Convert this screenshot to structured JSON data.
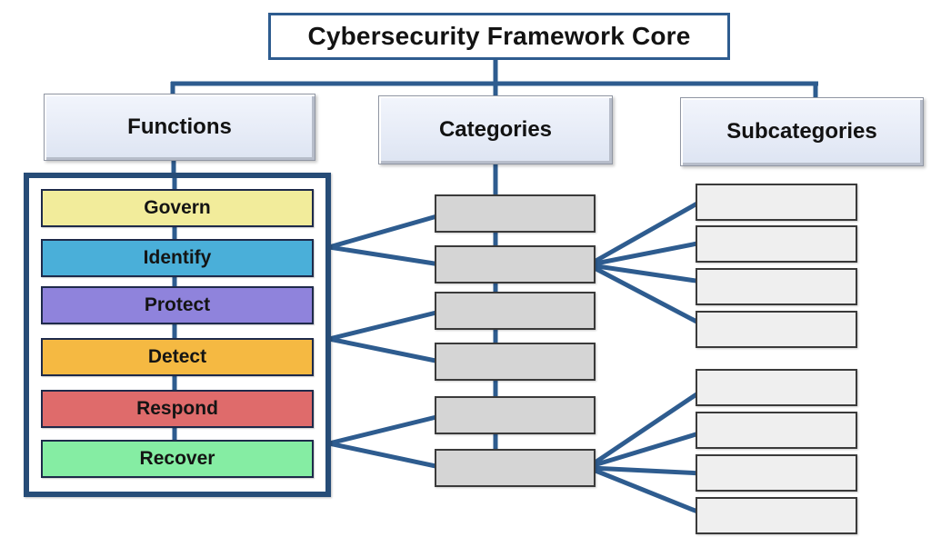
{
  "title": "Cybersecurity Framework Core",
  "colors": {
    "connector": "#2E5C8F",
    "container_border": "#264C77",
    "category_fill": "#D5D5D5",
    "subcategory_fill": "#EFEFEF",
    "header_fill": "#E9EDF8"
  },
  "columns": {
    "functions": {
      "label": "Functions",
      "items": [
        {
          "label": "Govern",
          "color": "#F2EC9B"
        },
        {
          "label": "Identify",
          "color": "#4AAFD9"
        },
        {
          "label": "Protect",
          "color": "#8F83DC"
        },
        {
          "label": "Detect",
          "color": "#F5B942"
        },
        {
          "label": "Respond",
          "color": "#DF6B6B"
        },
        {
          "label": "Recover",
          "color": "#85EDA3"
        }
      ]
    },
    "categories": {
      "label": "Categories",
      "items": [
        "",
        "",
        "",
        "",
        "",
        ""
      ]
    },
    "subcategories": {
      "label": "Subcategories",
      "items": [
        "",
        "",
        "",
        "",
        "",
        "",
        "",
        ""
      ]
    }
  },
  "connections": {
    "functions_to_categories": [
      {
        "from": "Identify",
        "to_category_indexes": [
          1,
          2
        ]
      },
      {
        "from": "Detect",
        "to_category_indexes": [
          3,
          4
        ]
      },
      {
        "from": "Recover",
        "to_category_indexes": [
          5,
          6
        ]
      }
    ],
    "categories_to_subcategories": [
      {
        "from_category_index": 2,
        "to_subcategory_indexes": [
          1,
          2,
          3,
          4
        ]
      },
      {
        "from_category_index": 6,
        "to_subcategory_indexes": [
          5,
          6,
          7,
          8
        ]
      }
    ]
  }
}
